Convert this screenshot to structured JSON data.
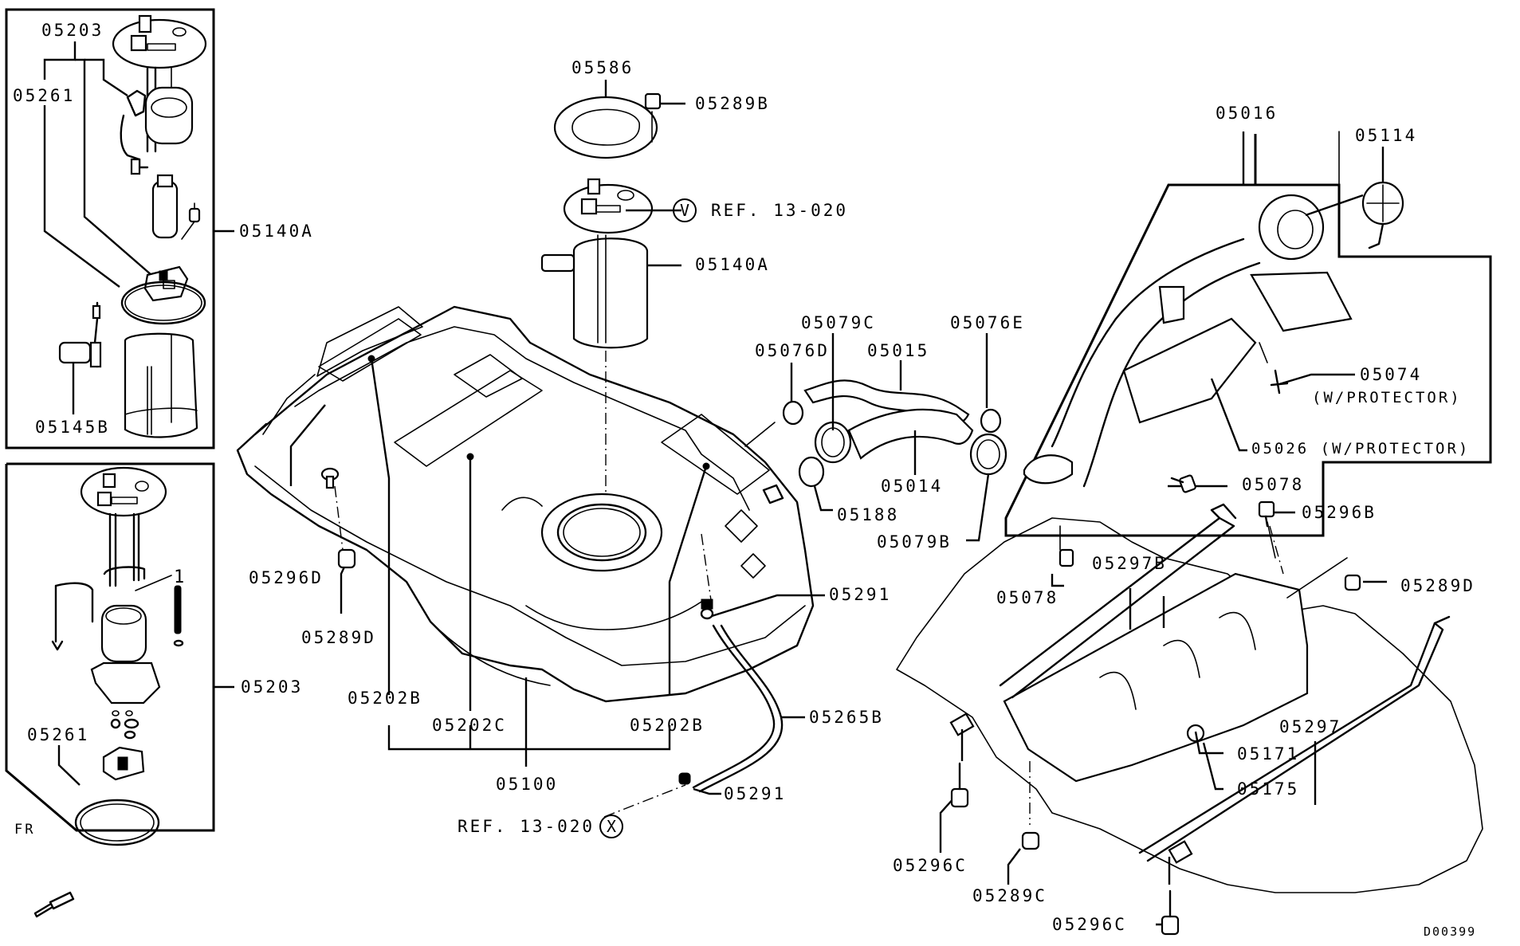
{
  "diagram": {
    "title": "Fuel tank assembly parts diagram",
    "drawing_id": "D00399",
    "direction_indicator": "FR",
    "colors": {
      "line": "#000000",
      "background": "#ffffff"
    }
  },
  "inset_top_left": {
    "labels": {
      "p05203": "05203",
      "p05261": "05261",
      "p05140a": "05140A",
      "p05145b": "05145B"
    }
  },
  "inset_bottom_left": {
    "labels": {
      "p1": "1",
      "p05203": "05203",
      "p05261": "05261"
    }
  },
  "center": {
    "labels": {
      "p05586": "05586",
      "p05289b": "05289B",
      "ref_v": "REF. 13-020",
      "callout_v": "V",
      "p05140a": "05140A",
      "p05296d": "05296D",
      "p05289d": "05289D",
      "p05202b_left": "05202B",
      "p05202c": "05202C",
      "p05202b_right": "05202B",
      "p05100": "05100",
      "p05291_upper": "05291",
      "p05265b": "05265B",
      "p05291_lower": "05291",
      "ref_x": "REF. 13-020",
      "callout_x": "X"
    }
  },
  "hoses": {
    "labels": {
      "p05079c": "05079C",
      "p05076d": "05076D",
      "p05015": "05015",
      "p05076e": "05076E",
      "p05014": "05014",
      "p05188": "05188",
      "p05079b": "05079B"
    }
  },
  "filler": {
    "labels": {
      "p05016": "05016",
      "p05114": "05114",
      "p05074": "05074",
      "p05074_note": "(W/PROTECTOR)",
      "p05026": "05026 (W/PROTECTOR)",
      "p05078_upper": "05078",
      "p05296b": "05296B",
      "p05078_lower": "05078"
    }
  },
  "underside": {
    "labels": {
      "p05297b": "05297B",
      "p05289d": "05289D",
      "p05297": "05297",
      "p05171": "05171",
      "p05175": "05175",
      "p05296c_left": "05296C",
      "p05289c": "05289C",
      "p05296c_bottom": "05296C"
    }
  }
}
